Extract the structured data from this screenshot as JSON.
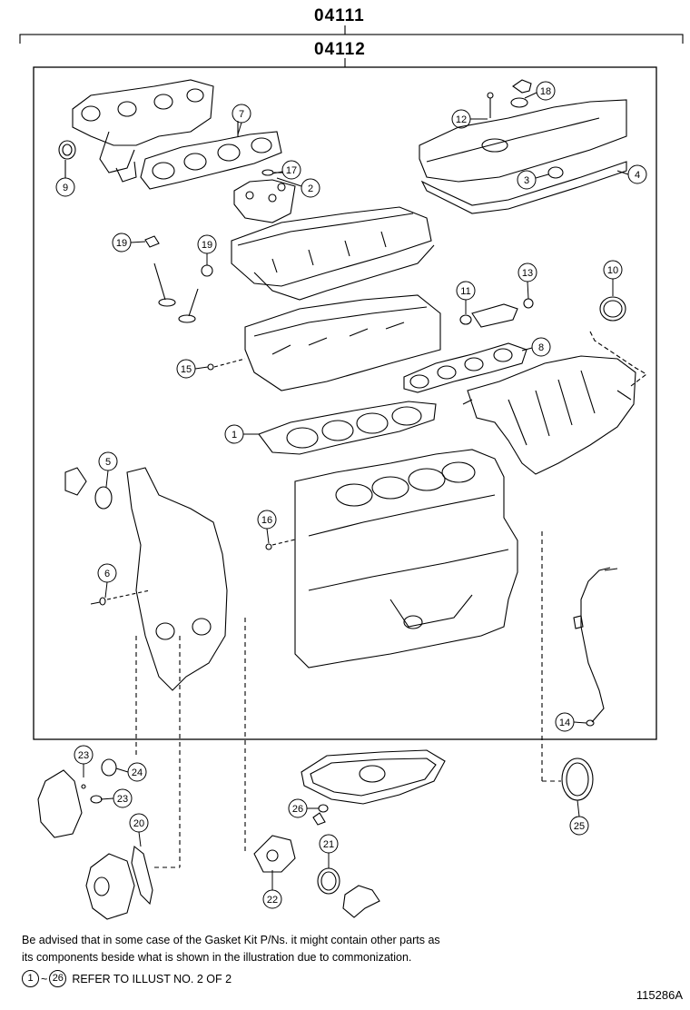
{
  "kits": {
    "outer": "04111",
    "inner": "04112"
  },
  "callouts": [
    "1",
    "2",
    "3",
    "4",
    "5",
    "6",
    "7",
    "8",
    "9",
    "10",
    "11",
    "12",
    "13",
    "14",
    "15",
    "16",
    "17",
    "18",
    "19",
    "19",
    "20",
    "21",
    "22",
    "23",
    "23",
    "24",
    "25",
    "26"
  ],
  "note": {
    "line1": "Be advised that in some case of the Gasket Kit P/Ns.  it might contain other parts as",
    "line2": "its components beside what is shown in the illustration due to commonization.",
    "ref_start": "1",
    "ref_tilde": "~",
    "ref_end": "26",
    "ref_text": "REFER TO ILLUST NO. 2 OF 2"
  },
  "illustration_id": "115286A"
}
